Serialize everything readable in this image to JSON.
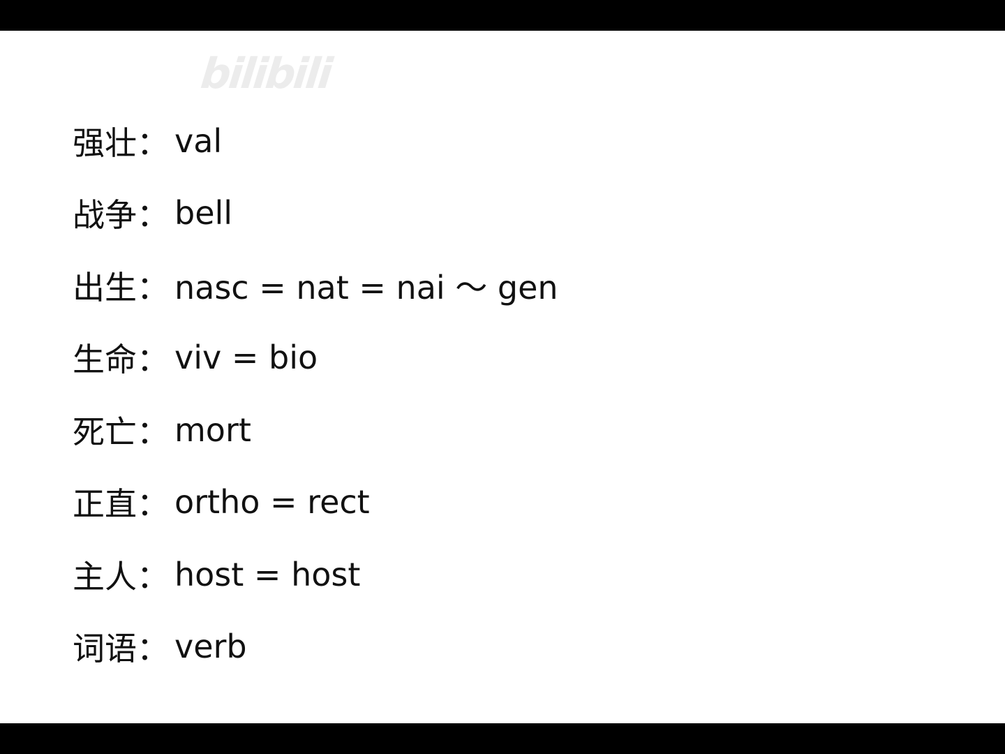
{
  "watermark": "bilibili",
  "entries": [
    {
      "meaning": "强壮：",
      "root": "val"
    },
    {
      "meaning": "战争：",
      "root": "bell"
    },
    {
      "meaning": "出生：",
      "root": "nasc = nat = nai ～ gen"
    },
    {
      "meaning": "生命：",
      "root": "viv = bio"
    },
    {
      "meaning": "死亡：",
      "root": "mort"
    },
    {
      "meaning": "正直：",
      "root": "ortho = rect"
    },
    {
      "meaning": "主人：",
      "root": "host = host"
    },
    {
      "meaning": "词语：",
      "root": "verb"
    }
  ]
}
